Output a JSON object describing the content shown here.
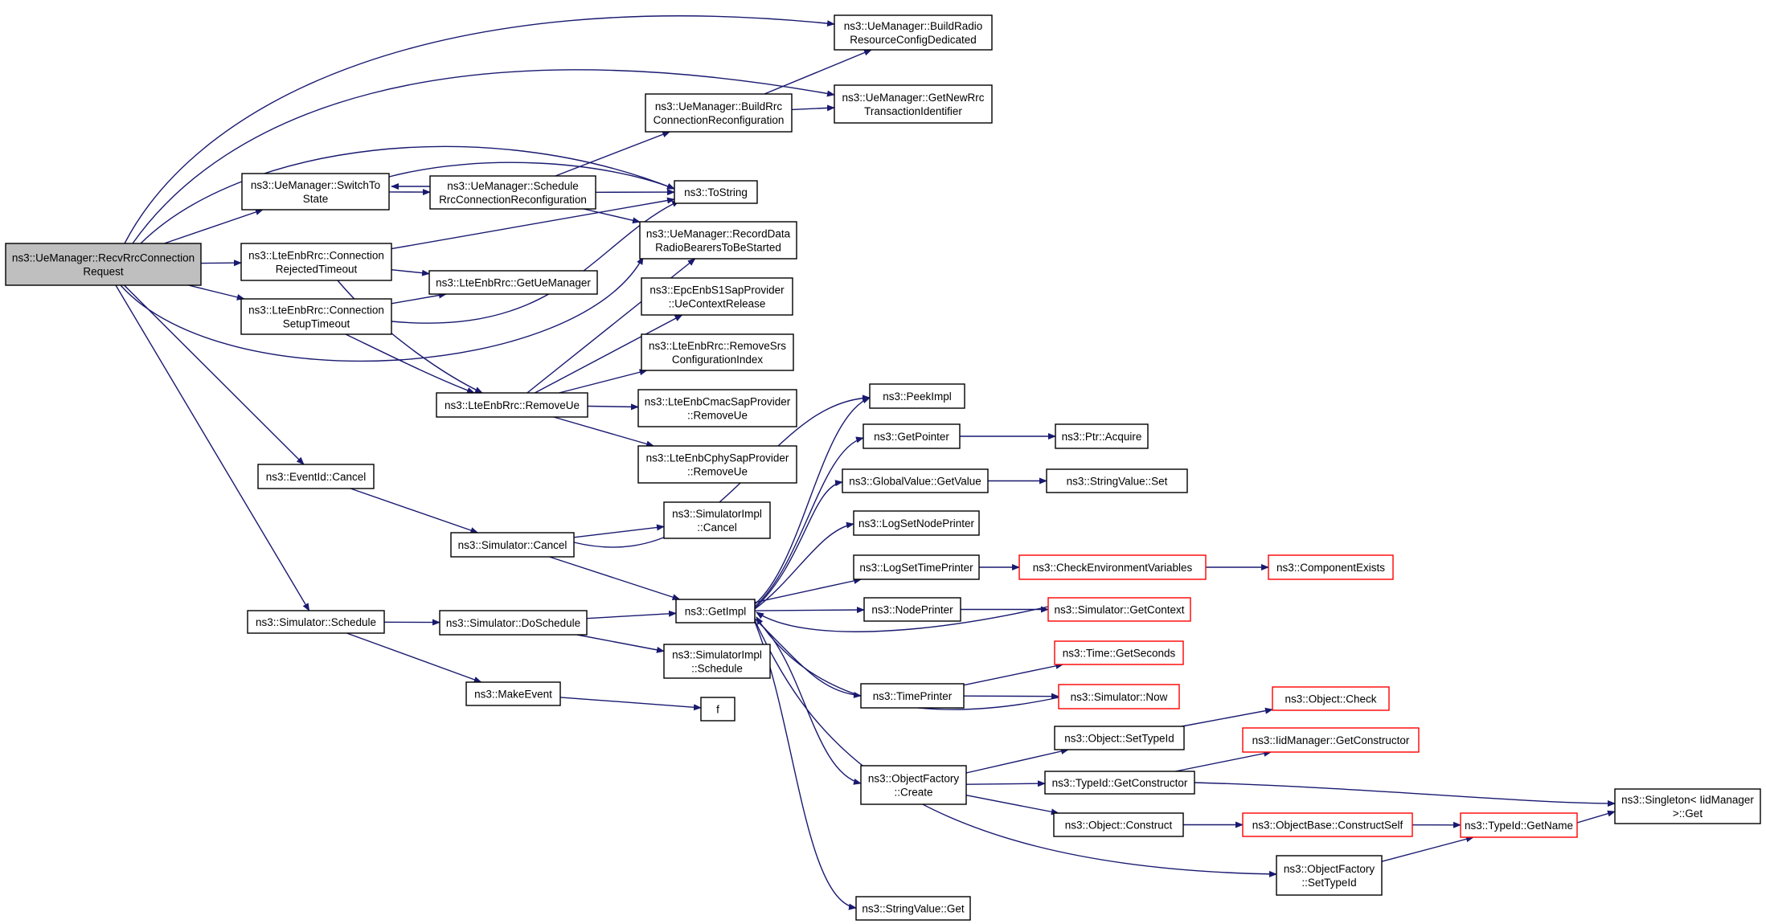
{
  "nodes": [
    {
      "id": "root",
      "lines": [
        "ns3::UeManager::RecvRrcConnection",
        "Request"
      ],
      "root": true
    },
    {
      "id": "switchTo",
      "lines": [
        "ns3::UeManager::SwitchTo",
        "State"
      ]
    },
    {
      "id": "schedRrc",
      "lines": [
        "ns3::UeManager::Schedule",
        "RrcConnectionReconfiguration"
      ]
    },
    {
      "id": "buildRrc",
      "lines": [
        "ns3::UeManager::BuildRrc",
        "ConnectionReconfiguration"
      ]
    },
    {
      "id": "buildRadio",
      "lines": [
        "ns3::UeManager::BuildRadio",
        "ResourceConfigDedicated"
      ]
    },
    {
      "id": "getNewRrc",
      "lines": [
        "ns3::UeManager::GetNewRrc",
        "TransactionIdentifier"
      ]
    },
    {
      "id": "toString",
      "lines": [
        "ns3::ToString"
      ]
    },
    {
      "id": "recordData",
      "lines": [
        "ns3::UeManager::RecordData",
        "RadioBearersToBeStarted"
      ]
    },
    {
      "id": "connRejected",
      "lines": [
        "ns3::LteEnbRrc::Connection",
        "RejectedTimeout"
      ]
    },
    {
      "id": "getUeManager",
      "lines": [
        "ns3::LteEnbRrc::GetUeManager"
      ]
    },
    {
      "id": "connSetup",
      "lines": [
        "ns3::LteEnbRrc::Connection",
        "SetupTimeout"
      ]
    },
    {
      "id": "epcRelease",
      "lines": [
        "ns3::EpcEnbS1SapProvider",
        "::UeContextRelease"
      ]
    },
    {
      "id": "removeSrs",
      "lines": [
        "ns3::LteEnbRrc::RemoveSrs",
        "ConfigurationIndex"
      ]
    },
    {
      "id": "removeUe",
      "lines": [
        "ns3::LteEnbRrc::RemoveUe"
      ]
    },
    {
      "id": "cmacRemove",
      "lines": [
        "ns3::LteEnbCmacSapProvider",
        "::RemoveUe"
      ]
    },
    {
      "id": "cphyRemove",
      "lines": [
        "ns3::LteEnbCphySapProvider",
        "::RemoveUe"
      ]
    },
    {
      "id": "eventCancel",
      "lines": [
        "ns3::EventId::Cancel"
      ]
    },
    {
      "id": "simCancel",
      "lines": [
        "ns3::Simulator::Cancel"
      ]
    },
    {
      "id": "simImplCancel",
      "lines": [
        "ns3::SimulatorImpl",
        "::Cancel"
      ]
    },
    {
      "id": "simSchedule",
      "lines": [
        "ns3::Simulator::Schedule"
      ]
    },
    {
      "id": "doSchedule",
      "lines": [
        "ns3::Simulator::DoSchedule"
      ]
    },
    {
      "id": "getImpl",
      "lines": [
        "ns3::GetImpl"
      ]
    },
    {
      "id": "simImplSchedule",
      "lines": [
        "ns3::SimulatorImpl",
        "::Schedule"
      ]
    },
    {
      "id": "makeEvent",
      "lines": [
        "ns3::MakeEvent"
      ]
    },
    {
      "id": "f",
      "lines": [
        "f"
      ]
    },
    {
      "id": "peekImpl",
      "lines": [
        "ns3::PeekImpl"
      ]
    },
    {
      "id": "getPointer",
      "lines": [
        "ns3::GetPointer"
      ]
    },
    {
      "id": "ptrAcquire",
      "lines": [
        "ns3::Ptr::Acquire"
      ]
    },
    {
      "id": "gvGetValue",
      "lines": [
        "ns3::GlobalValue::GetValue"
      ]
    },
    {
      "id": "svSet",
      "lines": [
        "ns3::StringValue::Set"
      ]
    },
    {
      "id": "logNode",
      "lines": [
        "ns3::LogSetNodePrinter"
      ]
    },
    {
      "id": "logTime",
      "lines": [
        "ns3::LogSetTimePrinter"
      ]
    },
    {
      "id": "checkEnv",
      "lines": [
        "ns3::CheckEnvironmentVariables"
      ],
      "truncated": true
    },
    {
      "id": "compExists",
      "lines": [
        "ns3::ComponentExists"
      ],
      "truncated": true
    },
    {
      "id": "nodePrinter",
      "lines": [
        "ns3::NodePrinter"
      ]
    },
    {
      "id": "getContext",
      "lines": [
        "ns3::Simulator::GetContext"
      ],
      "truncated": true
    },
    {
      "id": "getSeconds",
      "lines": [
        "ns3::Time::GetSeconds"
      ],
      "truncated": true
    },
    {
      "id": "timePrinter",
      "lines": [
        "ns3::TimePrinter"
      ]
    },
    {
      "id": "simNow",
      "lines": [
        "ns3::Simulator::Now"
      ],
      "truncated": true
    },
    {
      "id": "objCheck",
      "lines": [
        "ns3::Object::Check"
      ],
      "truncated": true
    },
    {
      "id": "setTypeId",
      "lines": [
        "ns3::Object::SetTypeId"
      ]
    },
    {
      "id": "iidGetCons",
      "lines": [
        "ns3::IidManager::GetConstructor"
      ],
      "truncated": true
    },
    {
      "id": "ofCreate",
      "lines": [
        "ns3::ObjectFactory",
        "::Create"
      ]
    },
    {
      "id": "typeIdGetCons",
      "lines": [
        "ns3::TypeId::GetConstructor"
      ]
    },
    {
      "id": "singleton",
      "lines": [
        "ns3::Singleton< IidManager",
        ">::Get"
      ]
    },
    {
      "id": "objConstruct",
      "lines": [
        "ns3::Object::Construct"
      ]
    },
    {
      "id": "constructSelf",
      "lines": [
        "ns3::ObjectBase::ConstructSelf"
      ],
      "truncated": true
    },
    {
      "id": "typeIdGetName",
      "lines": [
        "ns3::TypeId::GetName"
      ],
      "truncated": true
    },
    {
      "id": "ofSetTypeId",
      "lines": [
        "ns3::ObjectFactory",
        "::SetTypeId"
      ]
    },
    {
      "id": "svGet",
      "lines": [
        "ns3::StringValue::Get"
      ]
    }
  ],
  "edges": [
    [
      "root",
      "buildRadio"
    ],
    [
      "root",
      "getNewRrc"
    ],
    [
      "root",
      "toString"
    ],
    [
      "root",
      "switchTo"
    ],
    [
      "root",
      "connRejected"
    ],
    [
      "root",
      "connSetup"
    ],
    [
      "root",
      "recordData"
    ],
    [
      "root",
      "eventCancel"
    ],
    [
      "root",
      "simSchedule"
    ],
    [
      "switchTo",
      "schedRrc"
    ],
    [
      "switchTo",
      "toString"
    ],
    [
      "schedRrc",
      "switchTo"
    ],
    [
      "schedRrc",
      "buildRrc"
    ],
    [
      "schedRrc",
      "toString"
    ],
    [
      "schedRrc",
      "recordData"
    ],
    [
      "buildRrc",
      "buildRadio"
    ],
    [
      "buildRrc",
      "getNewRrc"
    ],
    [
      "connRejected",
      "toString"
    ],
    [
      "connRejected",
      "getUeManager"
    ],
    [
      "connRejected",
      "removeUe"
    ],
    [
      "connSetup",
      "getUeManager"
    ],
    [
      "connSetup",
      "toString"
    ],
    [
      "connSetup",
      "removeUe"
    ],
    [
      "removeUe",
      "epcRelease"
    ],
    [
      "removeUe",
      "removeSrs"
    ],
    [
      "removeUe",
      "cmacRemove"
    ],
    [
      "removeUe",
      "cphyRemove"
    ],
    [
      "removeUe",
      "recordData"
    ],
    [
      "eventCancel",
      "simCancel"
    ],
    [
      "simCancel",
      "simImplCancel"
    ],
    [
      "simCancel",
      "getImpl"
    ],
    [
      "simCancel",
      "peekImpl"
    ],
    [
      "simSchedule",
      "doSchedule"
    ],
    [
      "simSchedule",
      "makeEvent"
    ],
    [
      "doSchedule",
      "getImpl"
    ],
    [
      "doSchedule",
      "simImplSchedule"
    ],
    [
      "makeEvent",
      "f"
    ],
    [
      "getImpl",
      "peekImpl"
    ],
    [
      "getImpl",
      "getPointer"
    ],
    [
      "getImpl",
      "gvGetValue"
    ],
    [
      "getImpl",
      "logNode"
    ],
    [
      "getImpl",
      "logTime"
    ],
    [
      "getImpl",
      "nodePrinter"
    ],
    [
      "getImpl",
      "timePrinter"
    ],
    [
      "getImpl",
      "ofCreate"
    ],
    [
      "getImpl",
      "ofSetTypeId"
    ],
    [
      "getImpl",
      "svGet"
    ],
    [
      "getPointer",
      "ptrAcquire"
    ],
    [
      "gvGetValue",
      "svSet"
    ],
    [
      "logTime",
      "checkEnv"
    ],
    [
      "checkEnv",
      "compExists"
    ],
    [
      "nodePrinter",
      "getContext"
    ],
    [
      "getContext",
      "getImpl"
    ],
    [
      "timePrinter",
      "getSeconds"
    ],
    [
      "timePrinter",
      "simNow"
    ],
    [
      "simNow",
      "getImpl"
    ],
    [
      "ofCreate",
      "setTypeId"
    ],
    [
      "ofCreate",
      "typeIdGetCons"
    ],
    [
      "ofCreate",
      "objConstruct"
    ],
    [
      "setTypeId",
      "objCheck"
    ],
    [
      "typeIdGetCons",
      "iidGetCons"
    ],
    [
      "typeIdGetCons",
      "singleton"
    ],
    [
      "objConstruct",
      "constructSelf"
    ],
    [
      "constructSelf",
      "typeIdGetName"
    ],
    [
      "typeIdGetName",
      "singleton"
    ],
    [
      "ofSetTypeId",
      "typeIdGetName"
    ]
  ],
  "colors": {
    "edge": "#191970",
    "node_border": "#000000",
    "root_fill": "#bfbfbf",
    "truncated_border": "#ff0000"
  }
}
